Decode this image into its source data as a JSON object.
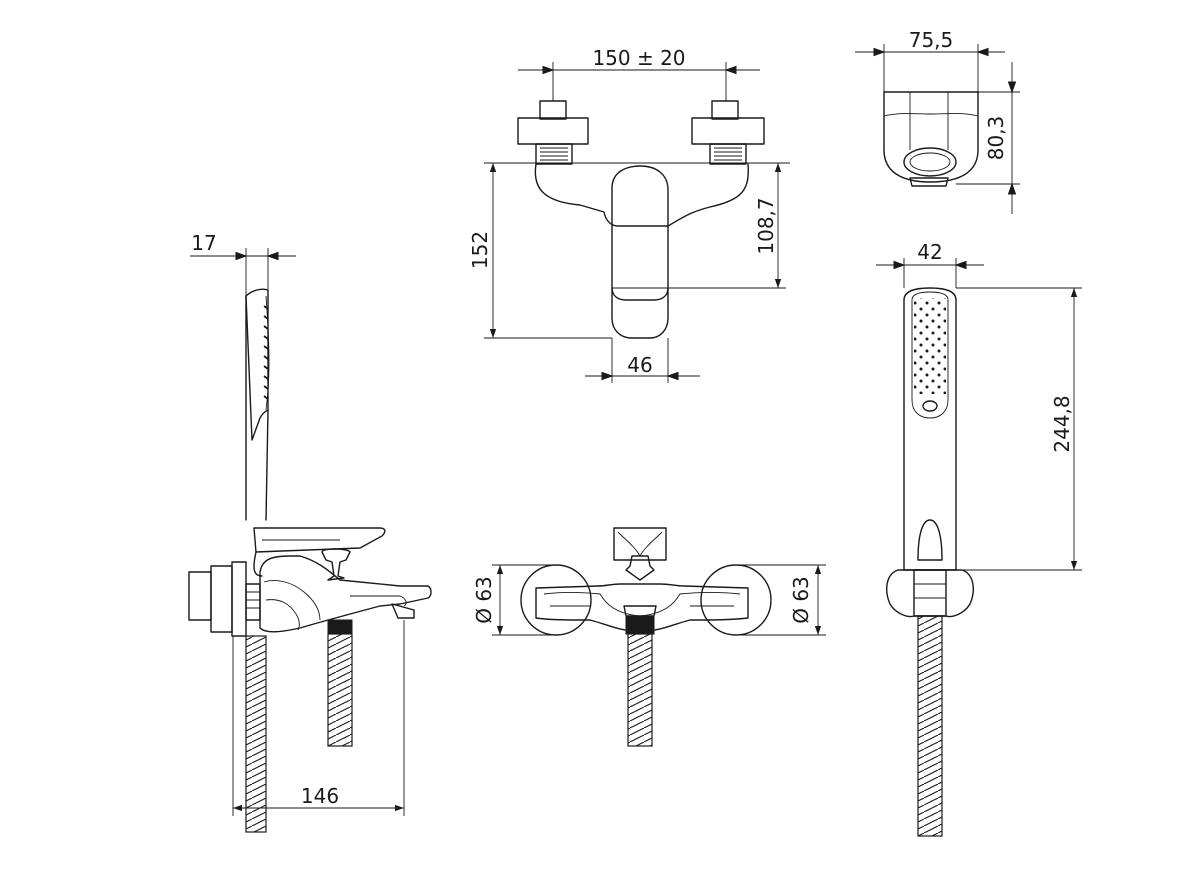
{
  "dimensions": {
    "spacing": "150 ± 20",
    "body_height": "152",
    "spout_height": "108,7",
    "lever_width": "46",
    "holder_width": "75,5",
    "holder_height": "80,3",
    "handshower_width": "42",
    "handshower_length": "244,8",
    "handshower_depth": "17",
    "spout_projection": "146",
    "flange_diameter_left": "Ø 63",
    "flange_diameter_right": "Ø 63"
  }
}
